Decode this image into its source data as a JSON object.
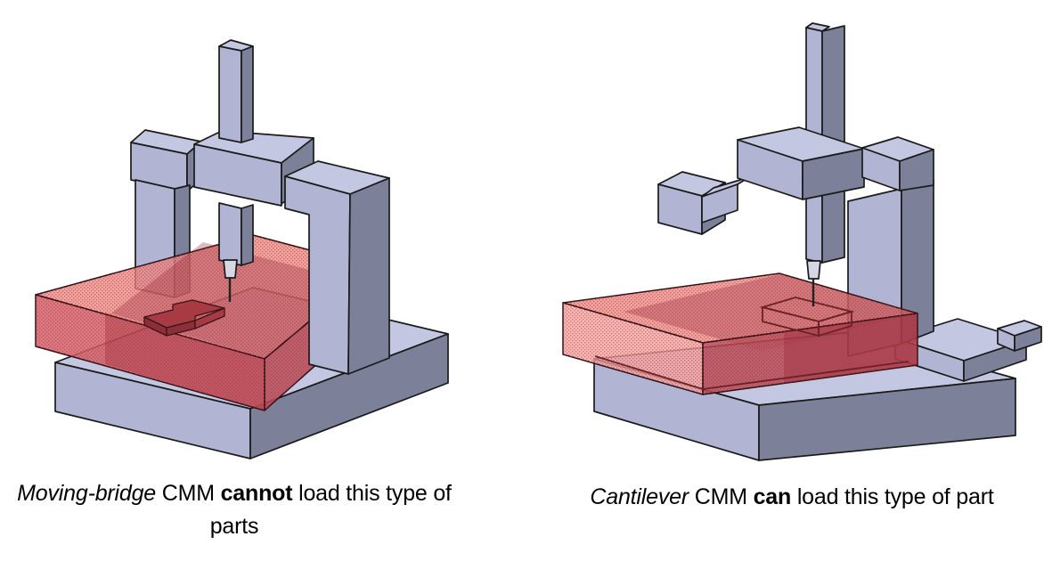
{
  "figure": {
    "type": "cmm-loading-comparison-diagram",
    "background": "#ffffff"
  },
  "captions": {
    "left": {
      "machine": "Moving-bridge",
      "conj": "CMM",
      "verdict": "cannot",
      "rest": "load this type of parts"
    },
    "right": {
      "machine": "Cantilever",
      "conj": "CMM",
      "verdict": "can",
      "rest": "load this type of part"
    }
  },
  "palette": {
    "background": "#ffffff",
    "machine_top": "#c3c7e1",
    "machine_front": "#b1b5d3",
    "machine_side": "#7c8098",
    "machine_side_med": "#8f93ae",
    "outline": "#1a1a1a",
    "probe_holder": "#d5d8e4",
    "stylus": "#222222",
    "part_top": "#ec8c86",
    "part_light": "#f2a7a1",
    "part_front": "#d4636a",
    "part_side": "#b84e58",
    "part_dither": "#b5252f",
    "part_fixture": "#a83a44",
    "caption_color": "#000000"
  }
}
